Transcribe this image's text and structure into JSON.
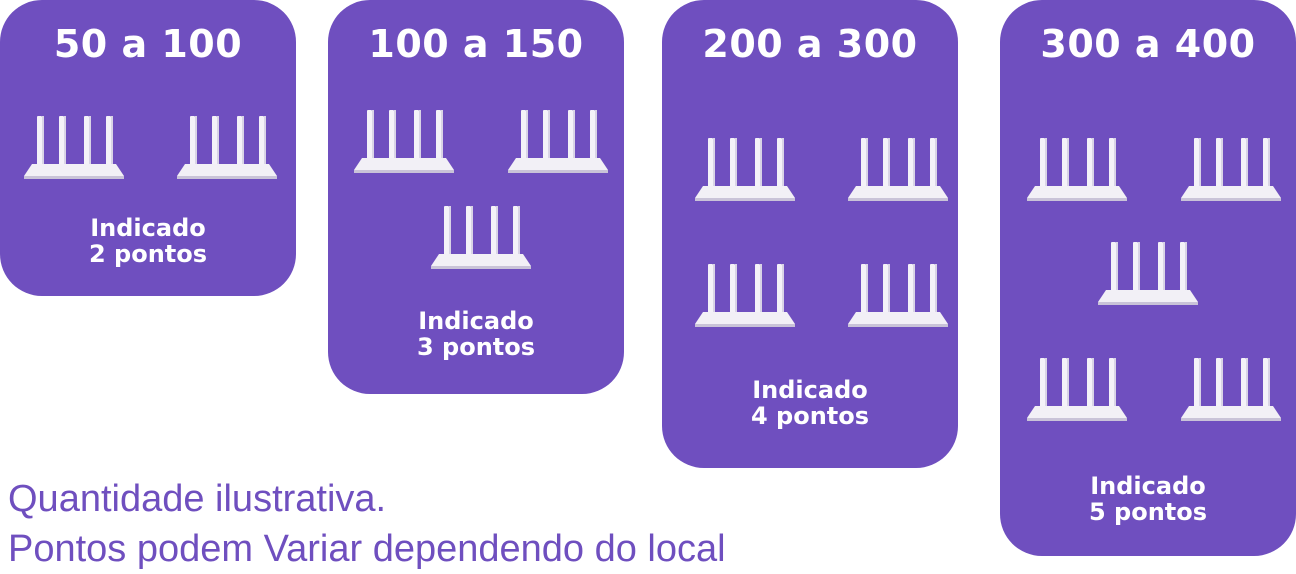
{
  "cards": [
    {
      "range": "50 a 100",
      "note_line1": "Indicado",
      "note_line2": "2 pontos",
      "router_icons": 2
    },
    {
      "range": "100 a 150",
      "note_line1": "Indicado",
      "note_line2": "3 pontos",
      "router_icons": 3
    },
    {
      "range": "200 a 300",
      "note_line1": "Indicado",
      "note_line2": "4 pontos",
      "router_icons": 4
    },
    {
      "range": "300 a 400",
      "note_line1": "Indicado",
      "note_line2": "5 pontos",
      "router_icons": 5
    }
  ],
  "footnote": {
    "line1": "Quantidade ilustrativa.",
    "line2": "Pontos podem Variar dependendo do local"
  },
  "colors": {
    "card_background": "#6f4fbf",
    "text_on_card": "#ffffff",
    "footnote_text": "#6f4fbf",
    "router_body": "#f2f0f6"
  },
  "icons": [
    "wifi-router-icon"
  ]
}
